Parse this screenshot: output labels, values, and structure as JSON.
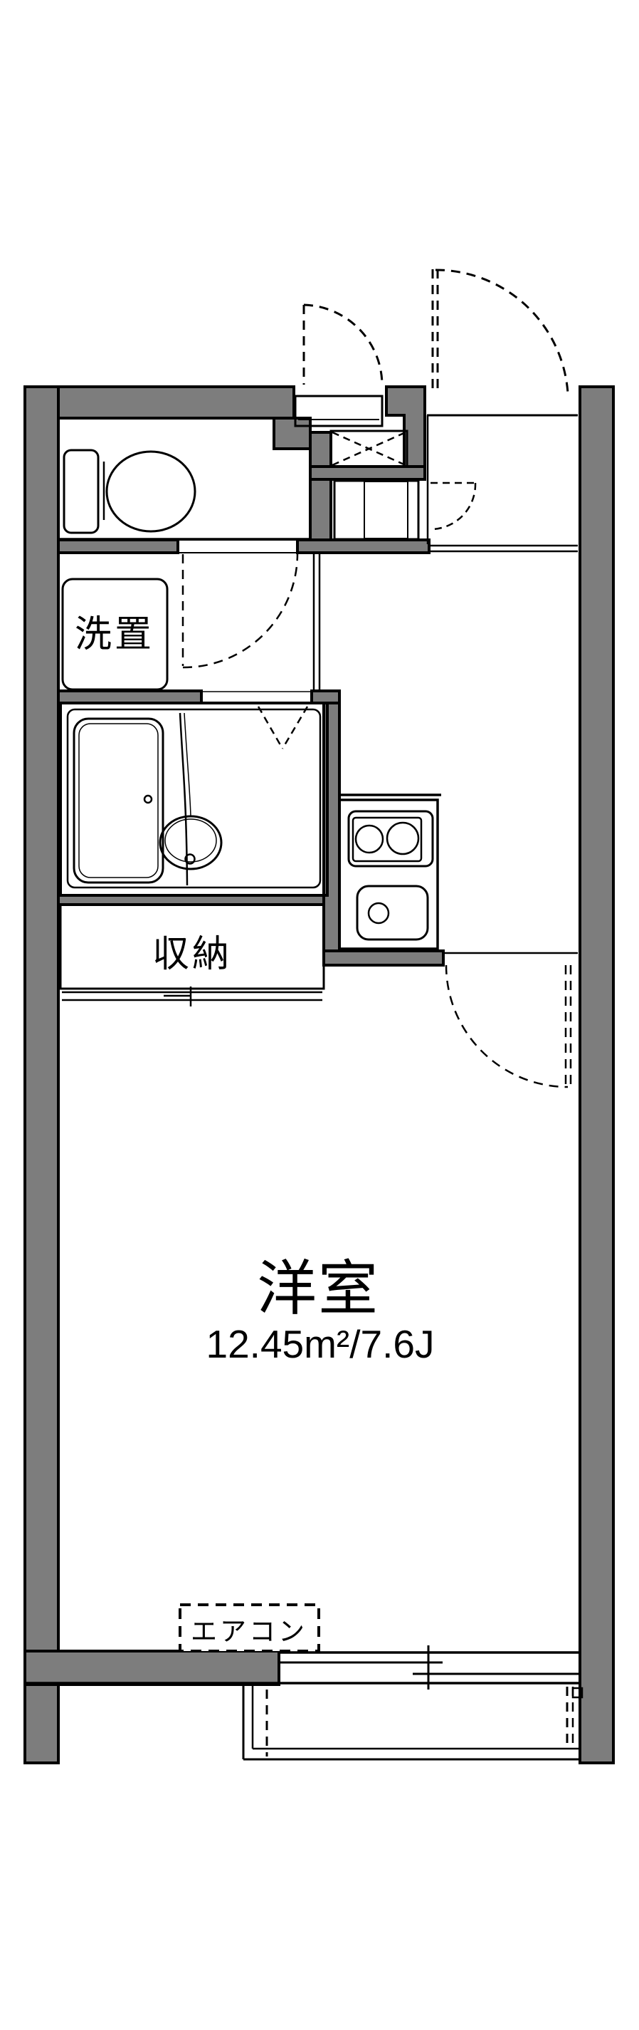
{
  "diagram_type": "japanese-apartment-floorplan",
  "labels": {
    "washer_area": "洗置",
    "storage_closet": "収納",
    "main_room": "洋室",
    "main_room_area": "12.45m²/7.6J",
    "aircon": "エアコン"
  },
  "colors": {
    "wall": "#7d7d7d",
    "floor_blue": "#d9e6f6",
    "closet_cream": "#fcf1dc",
    "line": "#000000",
    "bg": "#ffffff"
  }
}
